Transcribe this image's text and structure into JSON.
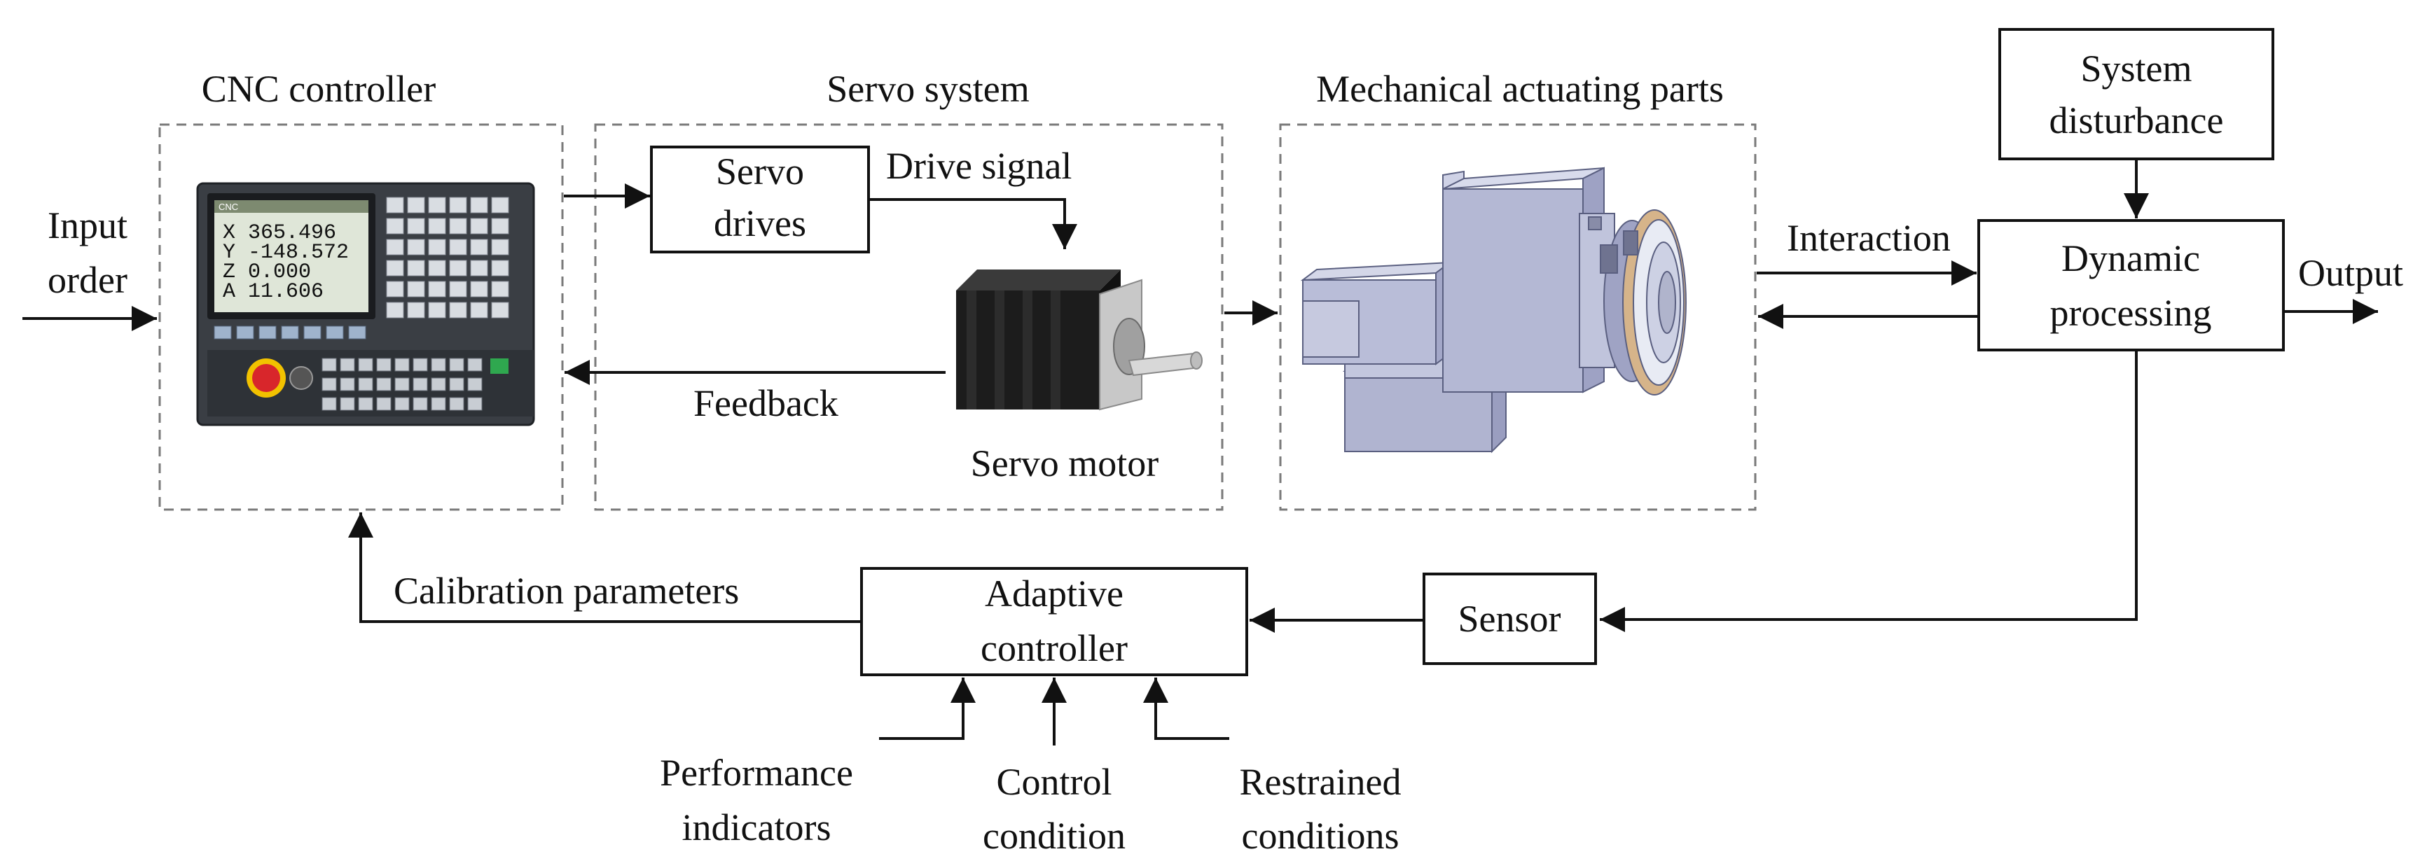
{
  "labels": {
    "input_order_l1": "Input",
    "input_order_l2": "order",
    "cnc_controller": "CNC controller",
    "servo_system": "Servo system",
    "mechanical_parts": "Mechanical actuating parts",
    "servo_drives_l1": "Servo",
    "servo_drives_l2": "drives",
    "drive_signal": "Drive signal",
    "feedback": "Feedback",
    "servo_motor": "Servo motor",
    "interaction": "Interaction",
    "system_disturbance_l1": "System",
    "system_disturbance_l2": "disturbance",
    "dynamic_processing_l1": "Dynamic",
    "dynamic_processing_l2": "processing",
    "output": "Output",
    "sensor": "Sensor",
    "adaptive_controller_l1": "Adaptive",
    "adaptive_controller_l2": "controller",
    "calibration_parameters": "Calibration parameters",
    "performance_indicators_l1": "Performance",
    "performance_indicators_l2": "indicators",
    "control_condition_l1": "Control",
    "control_condition_l2": "condition",
    "restrained_conditions_l1": "Restrained",
    "restrained_conditions_l2": "conditions"
  },
  "cnc_screen": {
    "row1": "X  365.496",
    "row2": "Y -148.572",
    "row3": "Z    0.000",
    "row4": "A   11.606",
    "brand": "CNC"
  },
  "colors": {
    "line": "#111111",
    "dashed_frame": "#7a7a7a",
    "panel_body": "#3a3e44",
    "panel_screen": "#dfe6d8",
    "motor_body": "#1c1c1c",
    "machine_body": "#b9bdd8",
    "machine_ring": "#d6b48a",
    "estop": "#d8262b"
  }
}
